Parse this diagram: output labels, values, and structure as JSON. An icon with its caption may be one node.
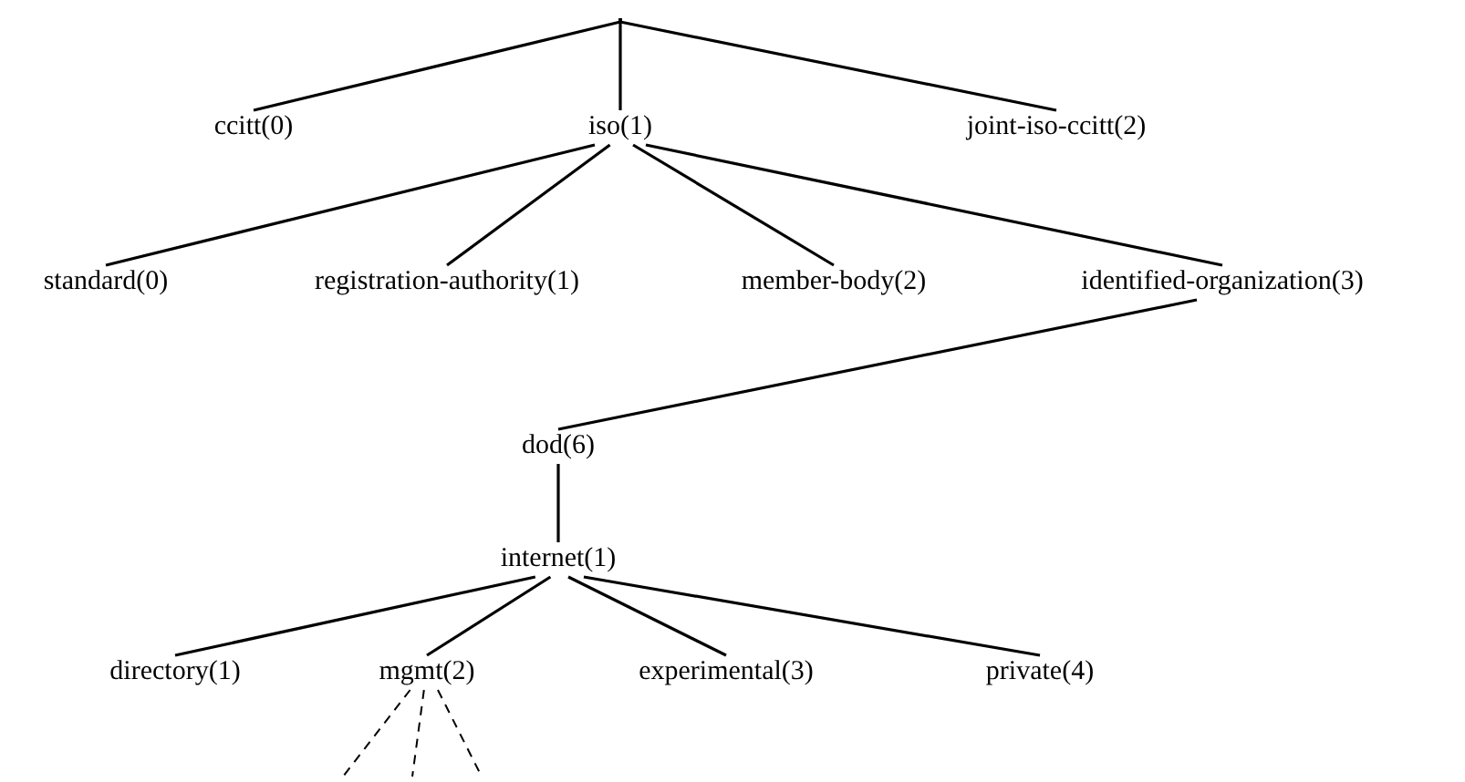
{
  "diagram": {
    "nodes": [
      {
        "text": [],
        "shape": "point"
      },
      {
        "text": [
          "ccitt(0)"
        ]
      },
      {
        "text": [
          "iso(1)"
        ]
      },
      {
        "text": [
          "joint-iso-ccitt(2)"
        ]
      },
      {
        "text": [
          "standard(0)"
        ]
      },
      {
        "text": [
          "registration-authority(1)"
        ]
      },
      {
        "text": [
          "member-body(2)"
        ]
      },
      {
        "text": [
          "identified-organization(3)"
        ]
      },
      {
        "text": [
          "dod(6)"
        ]
      },
      {
        "text": [
          "internet(1)"
        ]
      },
      {
        "text": [
          "directory(1)"
        ]
      },
      {
        "text": [
          "mgmt(2)"
        ]
      },
      {
        "text": [
          "experimental(3)"
        ]
      },
      {
        "text": [
          "private(4)"
        ]
      }
    ],
    "edges": [
      {
        "from": 0,
        "to": 1,
        "arrow": "none"
      },
      {
        "from": 0,
        "to": 2,
        "arrow": "none"
      },
      {
        "from": 0,
        "to": 3,
        "arrow": "none"
      },
      {
        "from": 2,
        "to": 4,
        "arrow": "none"
      },
      {
        "from": 2,
        "to": 5,
        "arrow": "none"
      },
      {
        "from": 2,
        "to": 6,
        "arrow": "none"
      },
      {
        "from": 2,
        "to": 7,
        "arrow": "none"
      },
      {
        "from": 7,
        "to": 8,
        "arrow": "none"
      },
      {
        "from": 8,
        "to": 9,
        "arrow": "none"
      },
      {
        "from": 9,
        "to": 10,
        "arrow": "none"
      },
      {
        "from": 9,
        "to": 11,
        "arrow": "none"
      },
      {
        "from": 9,
        "to": 12,
        "arrow": "none"
      },
      {
        "from": 9,
        "to": 13,
        "arrow": "none"
      },
      {
        "from": 11,
        "to": null,
        "arrow": "none",
        "style": "dashed"
      },
      {
        "from": 11,
        "to": null,
        "arrow": "none",
        "style": "dashed"
      },
      {
        "from": 11,
        "to": null,
        "arrow": "none",
        "style": "dashed"
      }
    ]
  }
}
